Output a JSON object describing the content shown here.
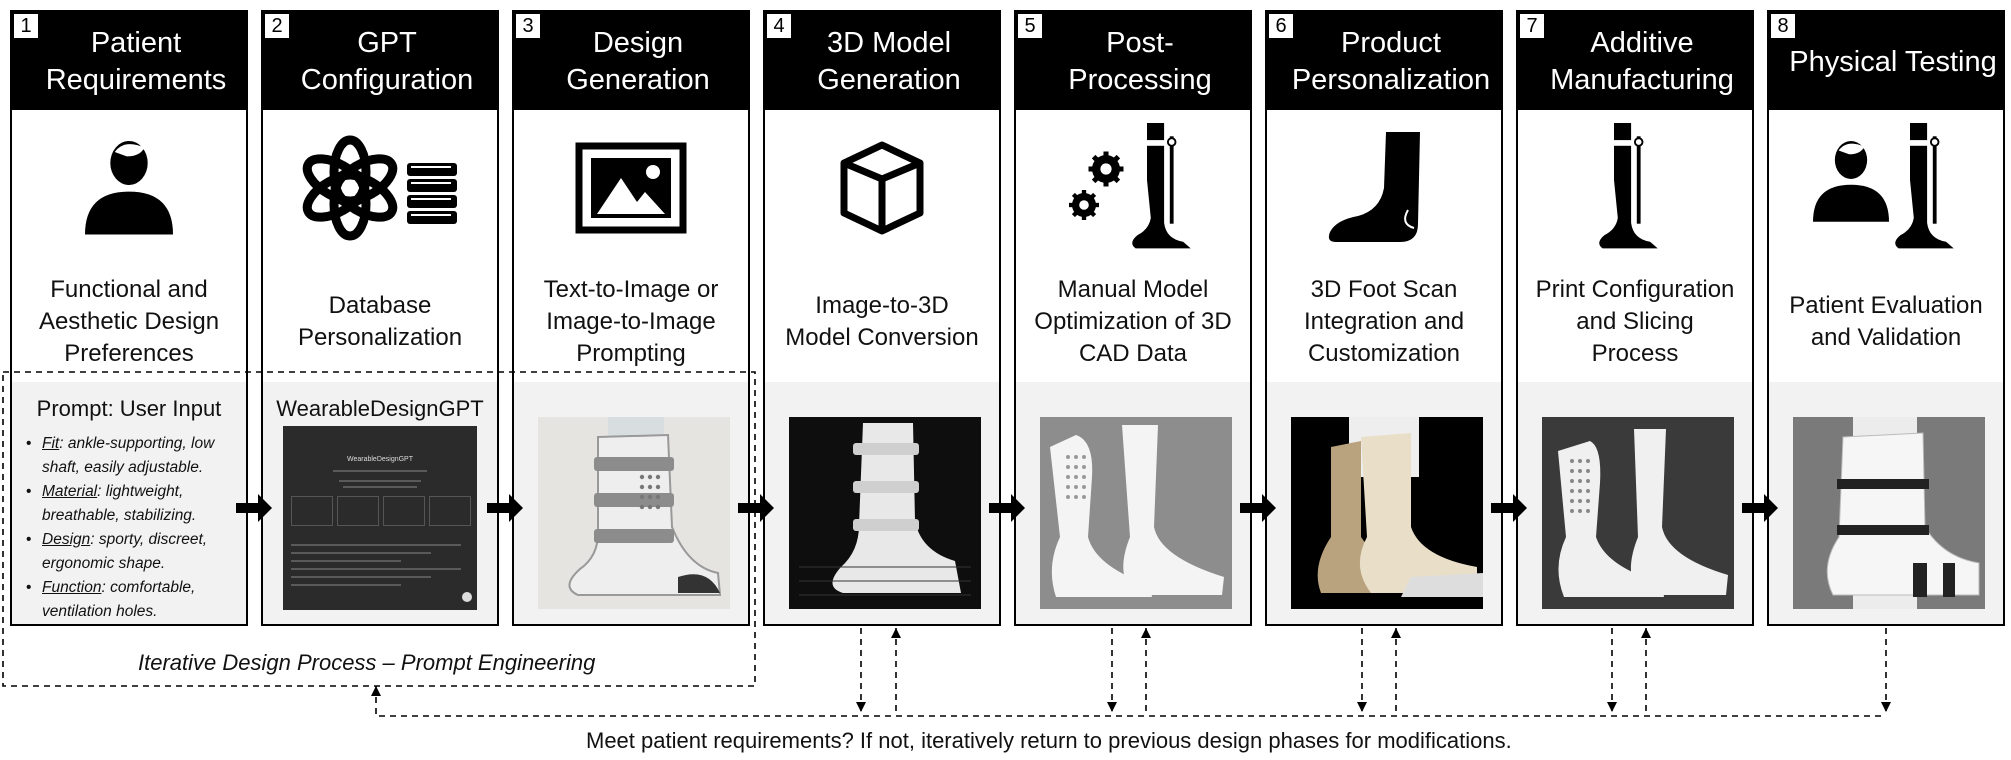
{
  "steps": [
    {
      "num": "1",
      "title": "Patient\nRequirements",
      "desc": "Functional and\nAesthetic Design\nPreferences",
      "icon": "person-icon"
    },
    {
      "num": "2",
      "title": "GPT\nConfiguration",
      "desc": "Database\nPersonalization",
      "icon": "openai-logo-books-icon"
    },
    {
      "num": "3",
      "title": "Design\nGeneration",
      "desc": "Text-to-Image or\nImage-to-Image\nPrompting",
      "icon": "image-icon"
    },
    {
      "num": "4",
      "title": "3D Model\nGeneration",
      "desc": "Image-to-3D\nModel Conversion",
      "icon": "cube-icon"
    },
    {
      "num": "5",
      "title": "Post-\nProcessing",
      "desc": "Manual Model\nOptimization of 3D\nCAD Data",
      "icon": "gears-orthosis-icon"
    },
    {
      "num": "6",
      "title": "Product\nPersonalization",
      "desc": "3D Foot Scan\nIntegration and\nCustomization",
      "icon": "foot-icon"
    },
    {
      "num": "7",
      "title": "Additive\nManufacturing",
      "desc": "Print Configuration\nand Slicing\nProcess",
      "icon": "orthosis-leg-icon"
    },
    {
      "num": "8",
      "title": "Physical Testing",
      "desc": "Patient Evaluation\nand Validation",
      "icon": "person-orthosis-icon"
    }
  ],
  "prompt": {
    "title": "Prompt: User Input",
    "items": [
      {
        "term": "Fit",
        "text": ": ankle-supporting, low shaft, easily adjustable."
      },
      {
        "term": "Material",
        "text": ": lightweight, breathable, stabilizing."
      },
      {
        "term": "Design",
        "text": ": sporty, discreet, ergonomic shape."
      },
      {
        "term": "Function",
        "text": ": comfortable, ventilation holes."
      }
    ]
  },
  "gpt": {
    "name": "WearableDesignGPT",
    "screen_name": "WearableDesignGPT"
  },
  "captions": {
    "loop_left": "Iterative Design Process – Prompt Engineering",
    "loop_bottom": "Meet patient requirements? If not, iteratively return to previous design phases for modifications."
  },
  "colors": {
    "header": "#000000",
    "lower_panel": "#f2f2f2",
    "text": "#111111"
  }
}
